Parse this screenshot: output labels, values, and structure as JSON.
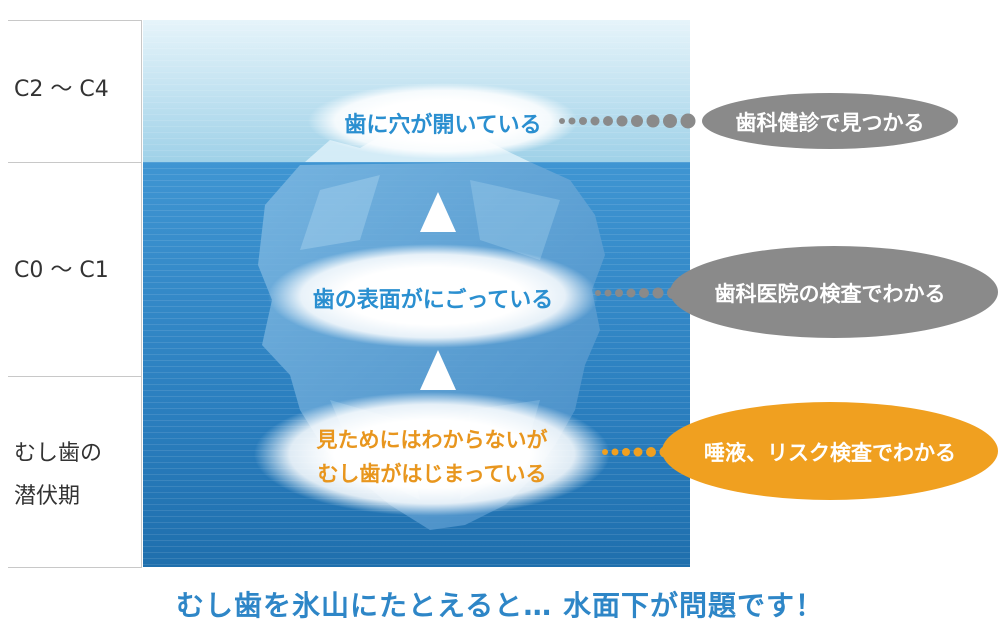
{
  "stages": [
    {
      "label": "C2 ～ C4"
    },
    {
      "label": "C0 ～ C1"
    },
    {
      "label_line1": "むし歯の",
      "label_line2": "潜伏期"
    }
  ],
  "clouds": [
    {
      "text": "歯に穴が開いている",
      "color": "#2a8fd0"
    },
    {
      "text": "歯の表面がにごっている",
      "color": "#2a8fd0"
    },
    {
      "line1": "見ためにはわからないが",
      "line2": "むし歯がはじまっている",
      "color": "#e8961e"
    }
  ],
  "pills": [
    {
      "text": "歯科健診で見つかる",
      "color": "#8a8a8a"
    },
    {
      "text": "歯科医院の検査でわかる",
      "color": "#8a8a8a"
    },
    {
      "text": "唾液、リスク検査でわかる",
      "color": "#f0a020"
    }
  ],
  "caption": "むし歯を氷山にたとえると… 水面下が問題です！"
}
